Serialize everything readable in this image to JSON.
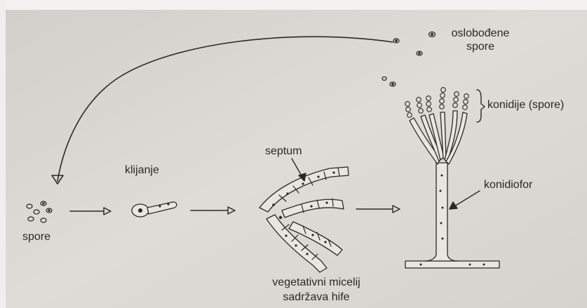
{
  "labels": {
    "released_spores": "oslobođene\nspore",
    "conidia": "konidije (spore)",
    "septum": "septum",
    "germination": "klijanje",
    "conidiophore": "konidiofor",
    "spores": "spore",
    "mycelium_line1": "vegetativni micelij",
    "mycelium_line2": "sadržava hife"
  },
  "colors": {
    "page": "#dcd9d4",
    "ink": "#2b2927",
    "cell_fill": "#e9e6e0"
  }
}
